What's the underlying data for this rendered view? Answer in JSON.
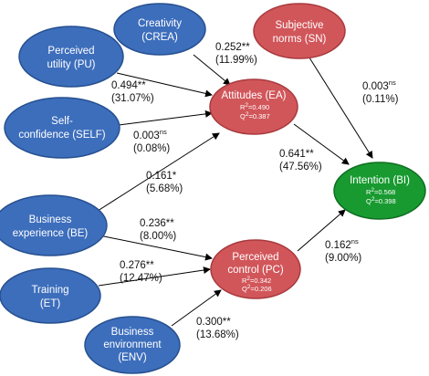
{
  "colors": {
    "predictor": "#3d6ebc",
    "predictor_stroke": "#26508f",
    "mediator": "#d1565a",
    "mediator_stroke": "#a83a3e",
    "outcome": "#189a30",
    "outcome_stroke": "#0f6e22",
    "arrow": "#000000"
  },
  "nodes": {
    "crea": {
      "line1": "Creativity",
      "line2": "(CREA)"
    },
    "sn": {
      "line1": "Subjective",
      "line2": "norms (SN)"
    },
    "pu": {
      "line1": "Perceived",
      "line2": "utility (PU)"
    },
    "self": {
      "line1": "Self-",
      "line2": "confidence (SELF)"
    },
    "be": {
      "line1": "Business",
      "line2": "experience (BE)"
    },
    "et": {
      "line1": "Training",
      "line2": "(ET)"
    },
    "env": {
      "line1": "Business",
      "line2": "environment",
      "line3": "(ENV)"
    },
    "ea": {
      "title": "Attitudes (EA)",
      "r2_label": "R",
      "r2_sup": "2",
      "r2_value": "=0.490",
      "q2_label": "Q",
      "q2_sup": "2",
      "q2_value": "=0.387"
    },
    "pc": {
      "line1": "Perceived",
      "line2": "control (PC)",
      "r2_label": "R",
      "r2_sup": "2",
      "r2_value": "=0.342",
      "q2_label": "Q",
      "q2_sup": "2",
      "q2_value": "=0.206"
    },
    "bi": {
      "title": "Intention (BI)",
      "r2_label": "R",
      "r2_sup": "2",
      "r2_value": "=0.568",
      "q2_label": "Q",
      "q2_sup": "2",
      "q2_value": "=0.398"
    }
  },
  "paths": {
    "crea_ea": {
      "coef": "0.252",
      "sig": "**",
      "pct": "(11.99%)"
    },
    "pu_ea": {
      "coef": "0.494",
      "sig": "**",
      "pct": "(31.07%)"
    },
    "self_ea": {
      "coef": "0.003",
      "sig": "ns",
      "pct": "(0.08%)"
    },
    "be_ea": {
      "coef": "0.161",
      "sig": "*",
      "pct": "(5.68%)"
    },
    "sn_bi": {
      "coef": "0.003",
      "sig": "ns",
      "pct": "(0.11%)"
    },
    "ea_bi": {
      "coef": "0.641",
      "sig": "**",
      "pct": "(47.56%)"
    },
    "be_pc": {
      "coef": "0.236",
      "sig": "**",
      "pct": "(8.00%)"
    },
    "et_pc": {
      "coef": "0.276",
      "sig": "**",
      "pct": "(12.47%)"
    },
    "env_pc": {
      "coef": "0.300",
      "sig": "**",
      "pct": "(13.68%)"
    },
    "pc_bi": {
      "coef": "0.162",
      "sig": "ns",
      "pct": "(9.00%)"
    }
  }
}
